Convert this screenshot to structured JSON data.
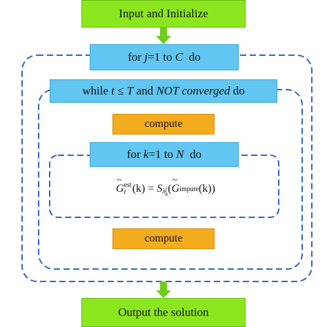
{
  "colors": {
    "input_box": "#8ce61e",
    "loop_box": "#62c6f2",
    "compute_box": "#f3ac1e",
    "dashed_loop": "#2f64c8",
    "arrow": "#6ccf1a"
  },
  "nodes": {
    "input": "Input and Initialize",
    "loop_j": {
      "keyword": "for",
      "var": "j",
      "eq": "=1",
      "to": "to",
      "limit": "C",
      "do": "do"
    },
    "loop_t": {
      "keyword": "while",
      "var": "t",
      "op": "≤",
      "limit": "T",
      "and": "and",
      "not_conv": "NOT converged",
      "do": "do"
    },
    "compute_1": "compute",
    "loop_k": {
      "keyword": "for",
      "var": "k",
      "eq": "=1",
      "to": "to",
      "limit": "N",
      "do": "do"
    },
    "formula": {
      "lhs": "G",
      "lhs_sub": "t",
      "lhs_sup": "est",
      "arg": "(k) = ",
      "op": "S",
      "op_sub": "λ",
      "op_sub_sup": "j",
      "op_sub_sub": "k",
      "inner": "G",
      "inner_sup": "impute",
      "tail": "(k))",
      "open": "("
    },
    "compute_2": "compute",
    "output": "Output the solution"
  }
}
